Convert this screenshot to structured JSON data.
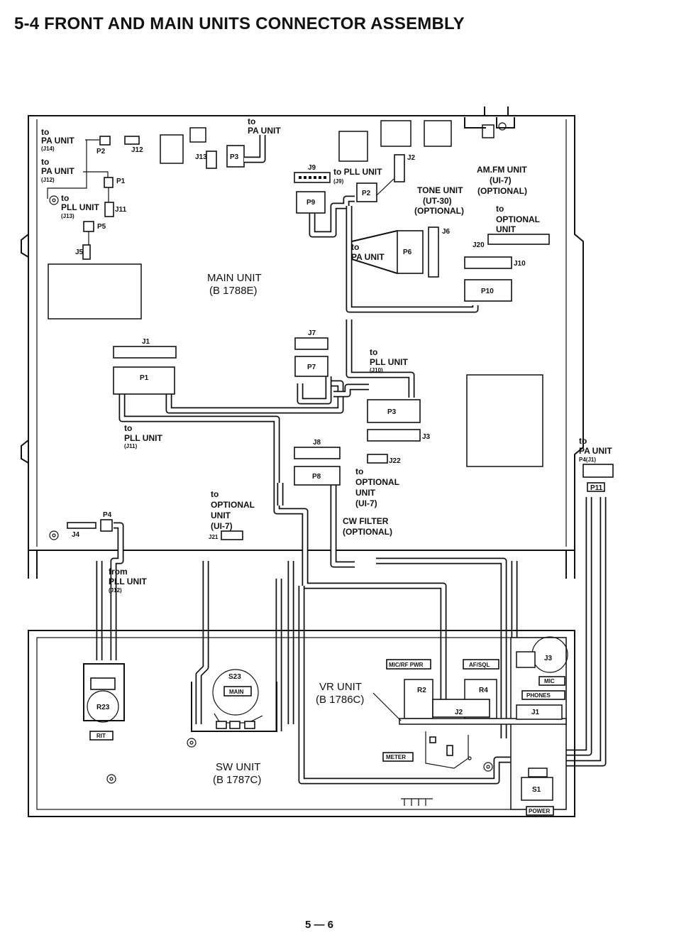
{
  "title": "5-4 FRONT AND MAIN UNITS CONNECTOR ASSEMBLY",
  "page_number": "5 — 6",
  "main_unit": {
    "name": "MAIN UNIT",
    "part": "(B 1788E)"
  },
  "sw_unit": {
    "name": "SW UNIT",
    "part": "(B 1787C)"
  },
  "vr_unit": {
    "name": "VR UNIT",
    "part": "(B 1786C)"
  },
  "tone_unit": {
    "line1": "TONE UNIT",
    "line2": "(UT-30)",
    "line3": "(OPTIONAL)"
  },
  "amfm_unit": {
    "line1": "AM.FM UNIT",
    "line2": "(UI-7)",
    "line3": "(OPTIONAL)"
  },
  "cw_filter": {
    "line1": "CW FILTER",
    "line2": "(OPTIONAL)"
  },
  "annotations": {
    "to_pa_j14": {
      "l1": "to",
      "l2": "PA UNIT",
      "l3": "(J14)"
    },
    "to_pa_j12": {
      "l1": "to",
      "l2": "PA UNIT",
      "l3": "(J12)"
    },
    "to_pll_j13": {
      "l1": "to",
      "l2": "PLL UNIT",
      "l3": "(J13)"
    },
    "to_pa_top": {
      "l1": "to",
      "l2": "PA UNIT"
    },
    "to_pll_j9": {
      "l1": "to PLL UNIT",
      "l2": "(J9)"
    },
    "to_opt_unit": {
      "l1": "to",
      "l2": "OPTIONAL",
      "l3": "UNIT"
    },
    "to_pa_p6": {
      "l1": "to",
      "l2": "PA UNIT"
    },
    "to_pll_j10": {
      "l1": "to",
      "l2": "PLL UNIT",
      "l3": "(J10)"
    },
    "to_pll_j11": {
      "l1": "to",
      "l2": "PLL UNIT",
      "l3": "(J11)"
    },
    "to_opt_ui7_a": {
      "l1": "to",
      "l2": "OPTIONAL",
      "l3": "UNIT",
      "l4": "(UI-7)"
    },
    "to_opt_ui7_b": {
      "l1": "to",
      "l2": "OPTIONAL",
      "l3": "UNIT",
      "l4": "(UI-7)"
    },
    "from_pll_j12": {
      "l1": "from",
      "l2": "PLL UNIT",
      "l3": "(J12)"
    },
    "to_pa_p4": {
      "l1": "to",
      "l2": "PA UNIT",
      "l3": "P4(J1)"
    }
  },
  "connectors": {
    "p2a": "P2",
    "j12": "J12",
    "p1a": "P1",
    "j11a": "J11",
    "p5": "P5",
    "j5": "J5",
    "j13": "J13",
    "p3a": "P3",
    "j9": "J9",
    "p9": "P9",
    "p2b": "P2",
    "j2a": "J2",
    "j6": "J6",
    "p6": "P6",
    "j20": "J20",
    "j10": "J10",
    "p10": "P10",
    "j1": "J1",
    "p1": "P1",
    "j7": "J7",
    "p7": "P7",
    "p3": "P3",
    "j3": "J3",
    "j8": "J8",
    "p8": "P8",
    "j22": "J22",
    "p4": "P4",
    "j4": "J4",
    "j21": "J21",
    "p11": "P11"
  },
  "front_labels": {
    "s23": "S23",
    "main": "MAIN",
    "r23": "R23",
    "rit": "RIT",
    "mic_rf_pwr": "MIC/RF PWR",
    "af_sql": "AF/SQL",
    "r2": "R2",
    "r4": "R4",
    "j2": "J2",
    "j3": "J3",
    "mic": "MIC",
    "phones": "PHONES",
    "j1": "J1",
    "meter": "METER",
    "s1": "S1",
    "power": "POWER"
  }
}
